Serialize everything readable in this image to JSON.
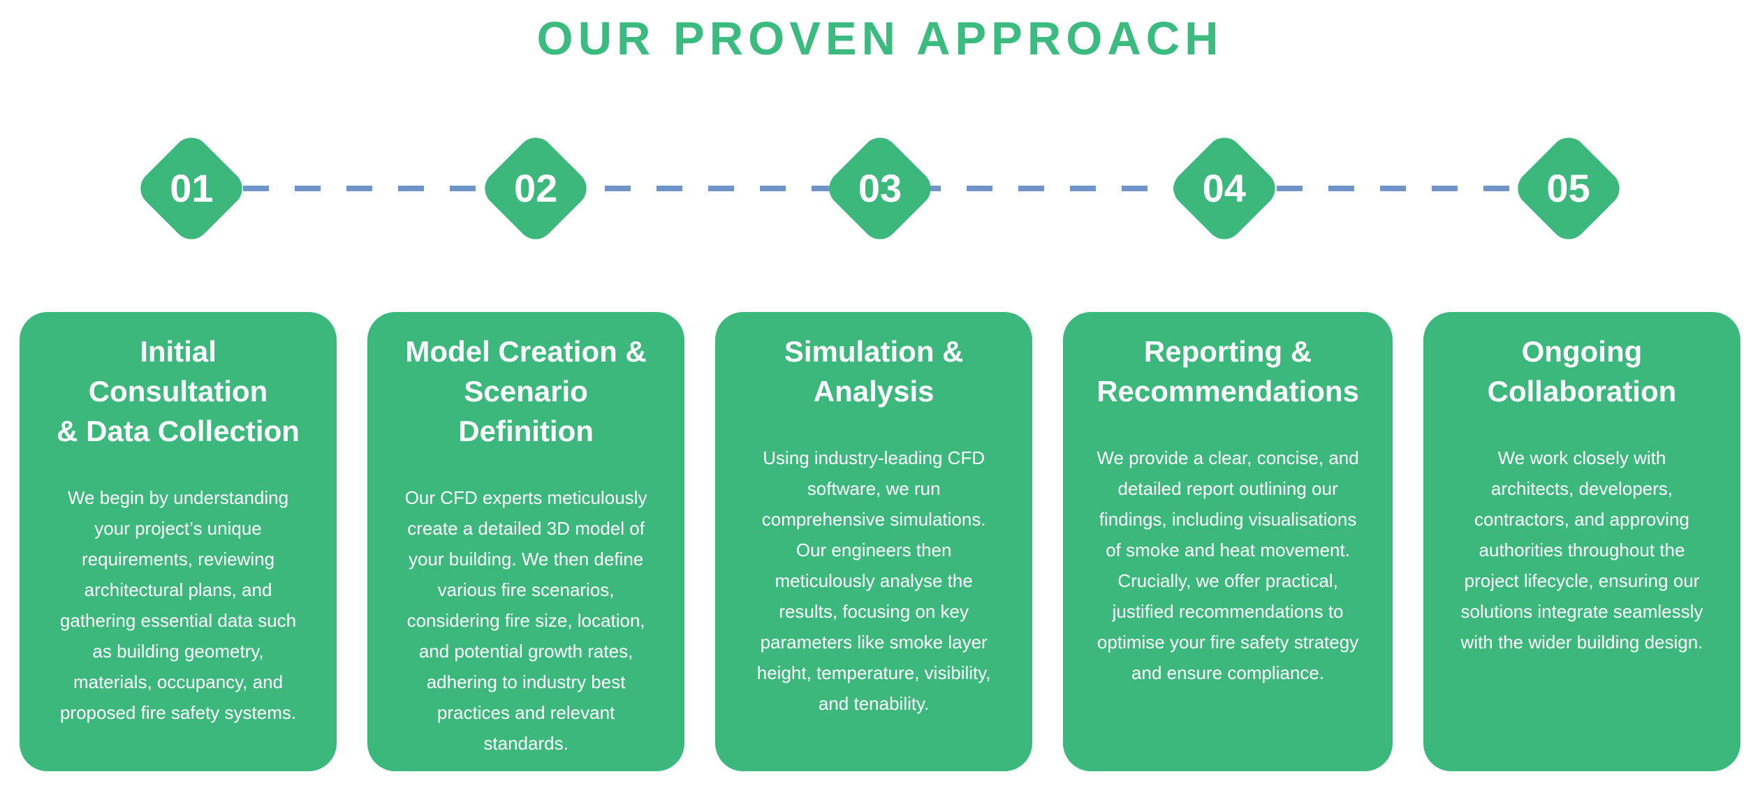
{
  "section": {
    "title": "OUR PROVEN APPROACH"
  },
  "theme": {
    "green": "#3cb87c",
    "title_green": "#3cbb80",
    "dash_blue": "#7194c8",
    "card_text": "#ffffff"
  },
  "steps": [
    {
      "number": "01",
      "title_lines": [
        "Initial Consultation",
        "& Data Collection"
      ],
      "description": "We begin by understanding your project’s unique requirements, reviewing architectural plans, and gathering essential data such as building geometry, materials, occupancy, and proposed fire safety systems."
    },
    {
      "number": "02",
      "title_lines": [
        "Model Creation &",
        "Scenario Definition"
      ],
      "description": "Our CFD experts meticulously create a detailed 3D model of your building. We then define various fire scenarios, considering fire size, location, and potential growth rates, adhering to industry best practices and relevant standards."
    },
    {
      "number": "03",
      "title_lines": [
        "Simulation &",
        "Analysis"
      ],
      "description": "Using industry-leading CFD software, we run comprehensive simulations. Our engineers then meticulously analyse the results, focusing on key parameters like smoke layer height, temperature, visibility, and tenability."
    },
    {
      "number": "04",
      "title_lines": [
        "Reporting &",
        "Recommendations"
      ],
      "description": "We provide a clear, concise, and detailed report outlining our findings, including visualisations of smoke and heat movement. Crucially, we offer practical, justified recommendations to optimise your fire safety strategy and ensure compliance."
    },
    {
      "number": "05",
      "title_lines": [
        "Ongoing",
        "Collaboration"
      ],
      "description": "We work closely with architects, developers, contractors, and approving authorities throughout the project lifecycle, ensuring our solutions integrate seamlessly with the wider building design."
    }
  ]
}
